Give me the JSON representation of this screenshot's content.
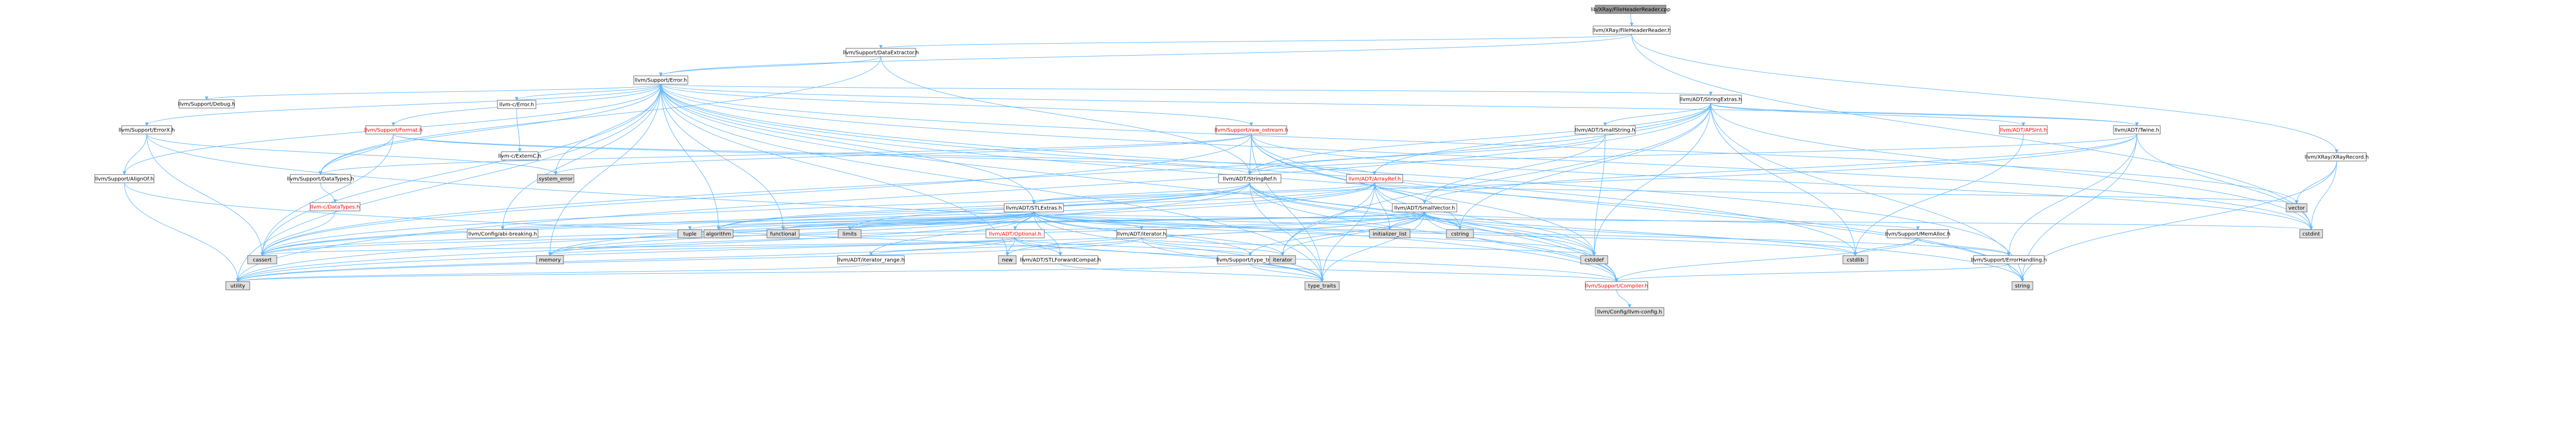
{
  "colors": {
    "edge": "#63b8ff",
    "node_fill": "#ffffff",
    "node_border": "#666666",
    "root_fill": "#999999",
    "system_fill": "#e0e0e0",
    "incomplete_text": "#ff0000"
  },
  "nodes": [
    {
      "id": "root",
      "label": "lib/XRay/FileHeaderReader.cpp",
      "kind": "root"
    },
    {
      "id": "fhr",
      "label": "llvm/XRay/FileHeaderReader.h"
    },
    {
      "id": "dataext",
      "label": "llvm/Support/DataExtractor.h"
    },
    {
      "id": "error",
      "label": "llvm/Support/Error.h"
    },
    {
      "id": "xrayrecord",
      "label": "llvm/XRay/XRayRecord.h"
    },
    {
      "id": "strext",
      "label": "llvm/ADT/StringExtras.h"
    },
    {
      "id": "debug",
      "label": "llvm/Support/Debug.h"
    },
    {
      "id": "cerror",
      "label": "llvm-c/Error.h"
    },
    {
      "id": "errorx",
      "label": "llvm/Support/ErrorX.h"
    },
    {
      "id": "format",
      "label": "llvm/Support/Format.h",
      "kind": "red"
    },
    {
      "id": "rawos",
      "label": "llvm/Support/raw_ostream.h",
      "kind": "red"
    },
    {
      "id": "extc",
      "label": "llvm-c/ExternC.h"
    },
    {
      "id": "smallstr",
      "label": "llvm/ADT/SmallString.h"
    },
    {
      "id": "apsint",
      "label": "llvm/ADT/APSInt.h",
      "kind": "red"
    },
    {
      "id": "twine",
      "label": "llvm/ADT/Twine.h"
    },
    {
      "id": "sysError",
      "label": "system_error",
      "kind": "system"
    },
    {
      "id": "aligof",
      "label": "llvm/Support/AlignOf.h"
    },
    {
      "id": "datatypes",
      "label": "llvm/Support/DataTypes.h"
    },
    {
      "id": "strref",
      "label": "llvm/ADT/StringRef.h"
    },
    {
      "id": "arrref",
      "label": "llvm/ADT/ArrayRef.h",
      "kind": "red"
    },
    {
      "id": "cdtypes",
      "label": "llvm-c/DataTypes.h",
      "kind": "red"
    },
    {
      "id": "stlext",
      "label": "llvm/ADT/STLExtras.h"
    },
    {
      "id": "smallvec",
      "label": "llvm/ADT/SmallVector.h"
    },
    {
      "id": "vector",
      "label": "vector",
      "kind": "system"
    },
    {
      "id": "abibreak",
      "label": "llvm/Config/abi-breaking.h"
    },
    {
      "id": "tuple",
      "label": "tuple",
      "kind": "system"
    },
    {
      "id": "algorithm",
      "label": "algorithm",
      "kind": "system"
    },
    {
      "id": "functional",
      "label": "functional",
      "kind": "system"
    },
    {
      "id": "optional",
      "label": "llvm/ADT/Optional.h",
      "kind": "red"
    },
    {
      "id": "iterator",
      "label": "llvm/ADT/iterator.h"
    },
    {
      "id": "limits",
      "label": "limits",
      "kind": "system"
    },
    {
      "id": "initlist",
      "label": "initializer_list",
      "kind": "system"
    },
    {
      "id": "cstring",
      "label": "cstring",
      "kind": "system"
    },
    {
      "id": "memalloc",
      "label": "llvm/Support/MemAlloc.h"
    },
    {
      "id": "cstdint",
      "label": "cstdint",
      "kind": "system"
    },
    {
      "id": "cassert",
      "label": "cassert",
      "kind": "system"
    },
    {
      "id": "memory",
      "label": "memory",
      "kind": "system"
    },
    {
      "id": "new",
      "label": "new",
      "kind": "system"
    },
    {
      "id": "iterrange",
      "label": "llvm/ADT/iterator_range.h"
    },
    {
      "id": "stlfwd",
      "label": "llvm/ADT/STLForwardCompat.h"
    },
    {
      "id": "typetraits",
      "label": "llvm/Support/type_traits.h"
    },
    {
      "id": "iter",
      "label": "iterator",
      "kind": "system"
    },
    {
      "id": "cstddef",
      "label": "cstddef",
      "kind": "system"
    },
    {
      "id": "cstdlib",
      "label": "cstdlib",
      "kind": "system"
    },
    {
      "id": "errhandling",
      "label": "llvm/Support/ErrorHandling.h"
    },
    {
      "id": "utility",
      "label": "utility",
      "kind": "system"
    },
    {
      "id": "typetr",
      "label": "type_traits",
      "kind": "system"
    },
    {
      "id": "compiler",
      "label": "llvm/Support/Compiler.h",
      "kind": "red"
    },
    {
      "id": "string",
      "label": "string",
      "kind": "system"
    },
    {
      "id": "llvmconfig",
      "label": "llvm/Config/llvm-config.h",
      "kind": "system"
    }
  ]
}
